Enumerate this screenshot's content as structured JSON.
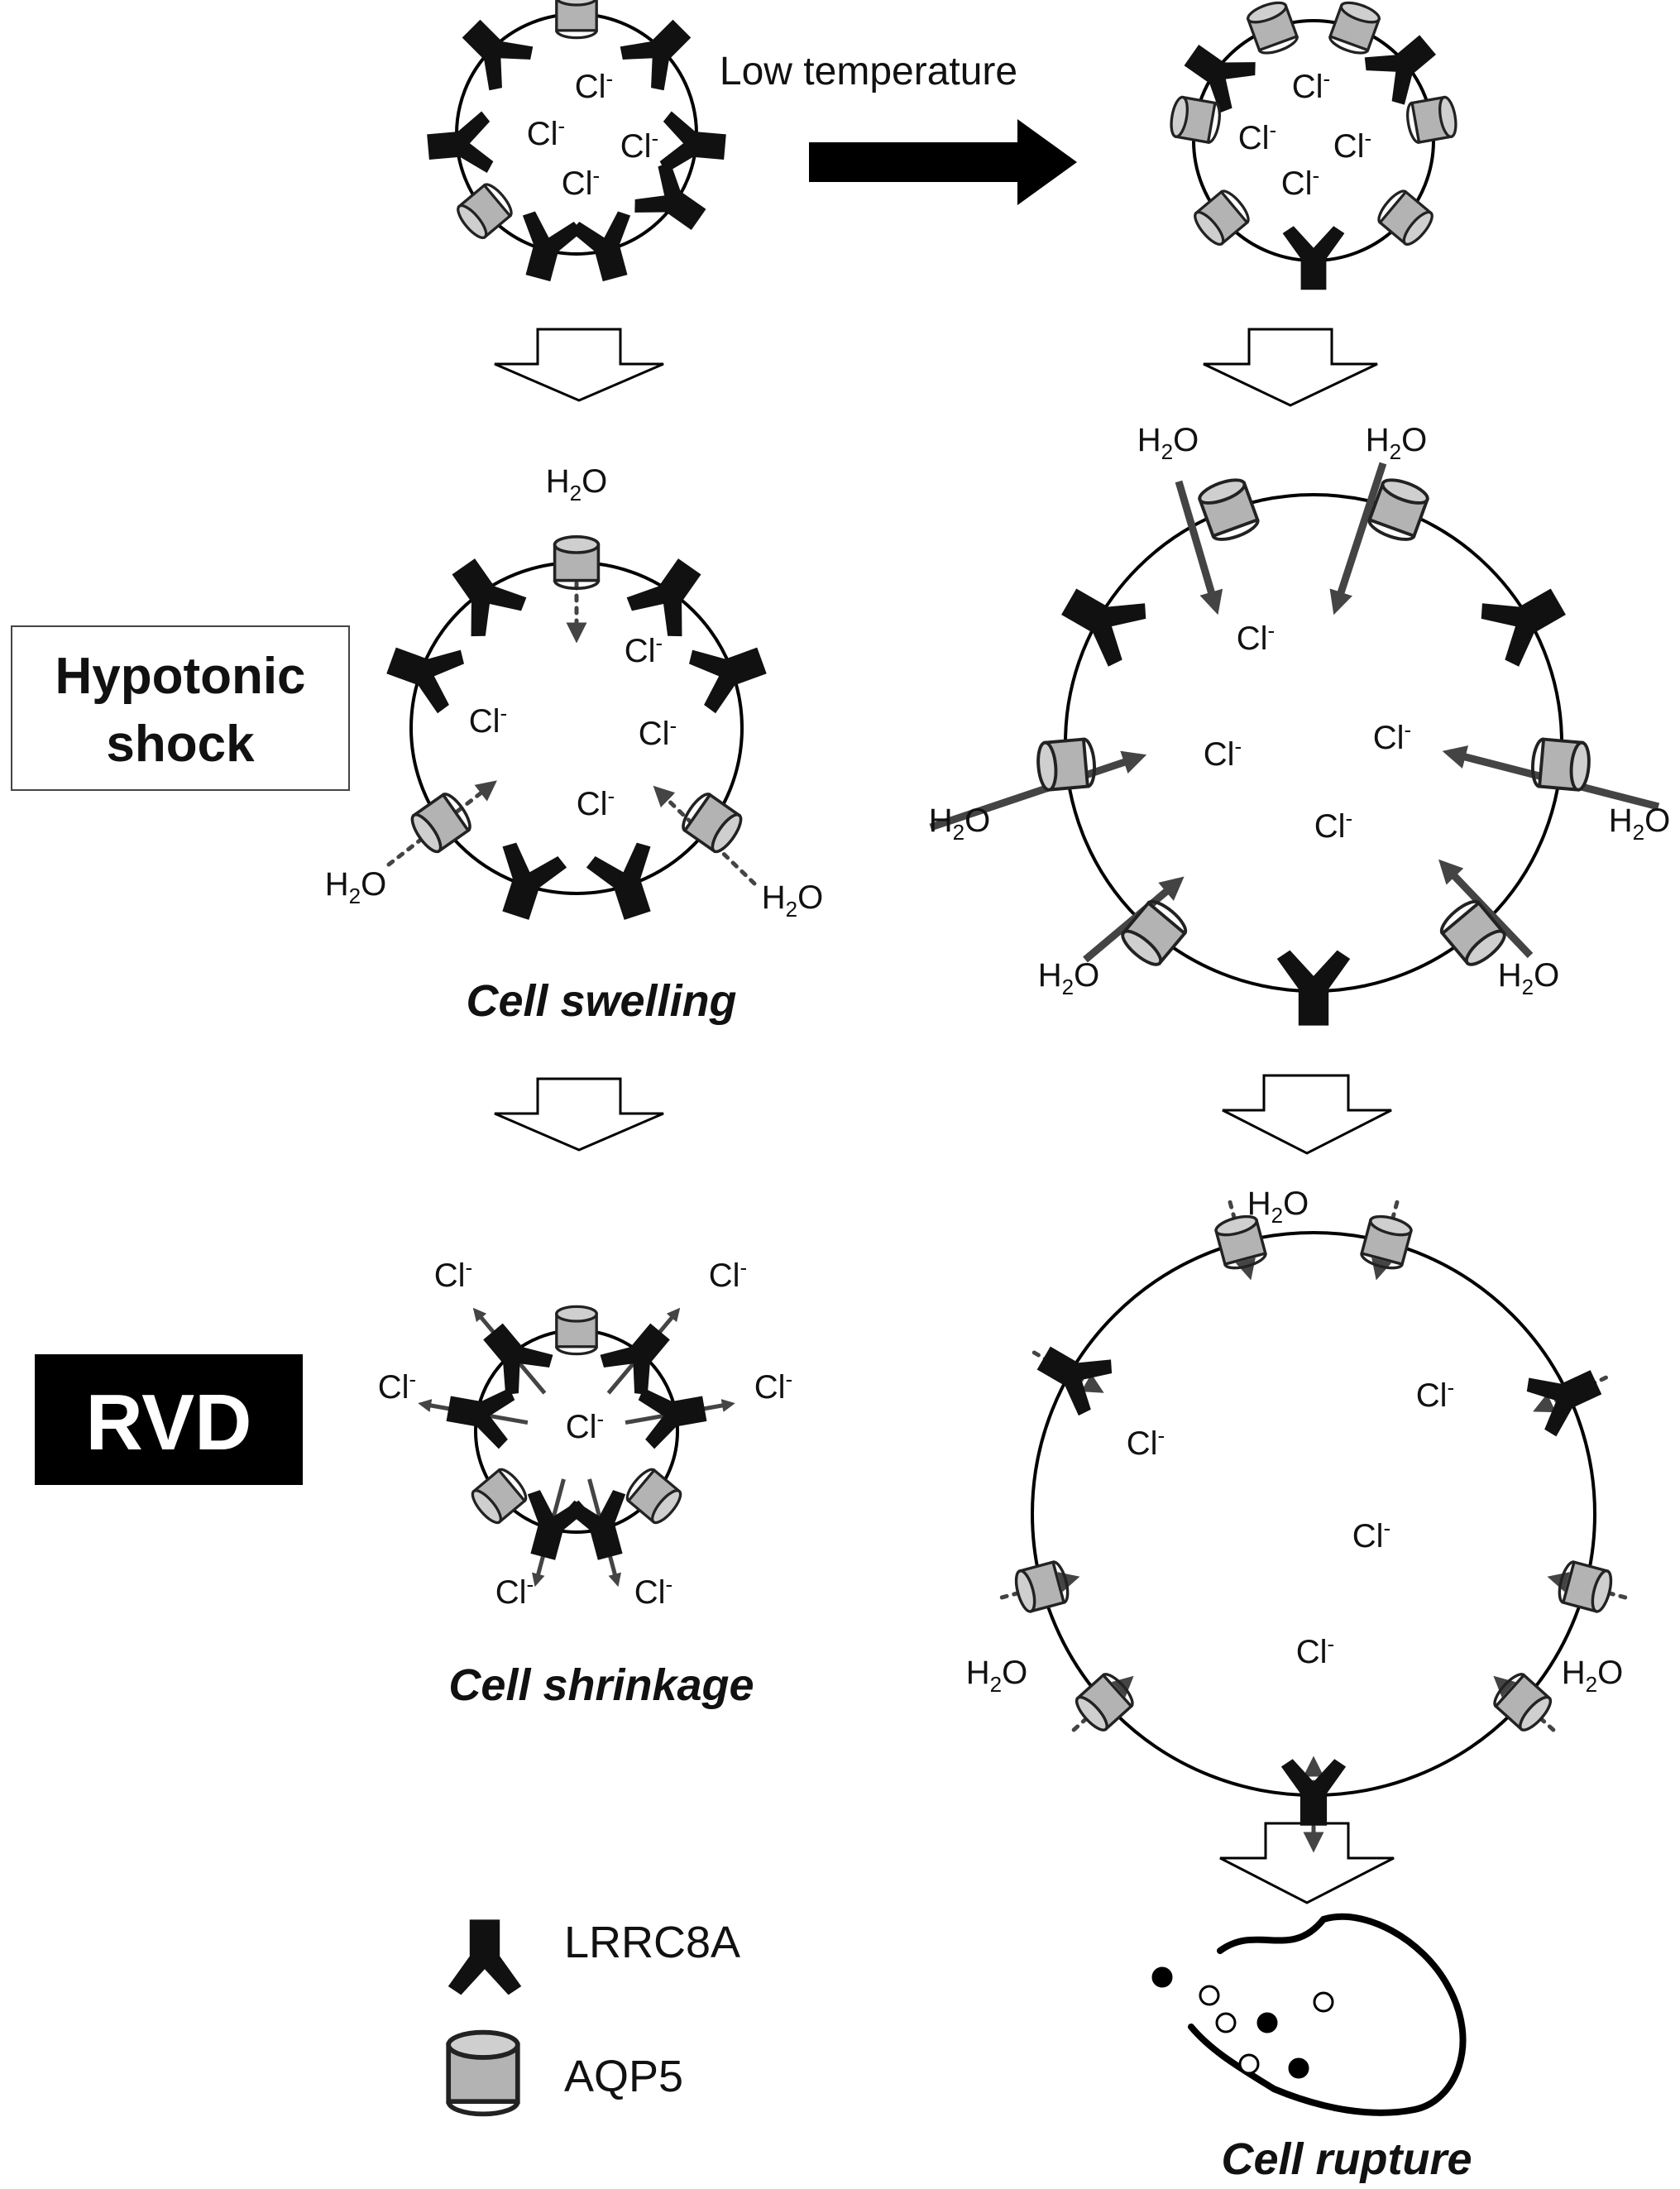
{
  "labels": {
    "low_temperature": "Low temperature",
    "hypotonic_shock_line1": "Hypotonic",
    "hypotonic_shock_line2": "shock",
    "rvd": "RVD",
    "cell_swelling": "Cell swelling",
    "cell_shrinkage": "Cell shrinkage",
    "cell_rupture": "Cell rupture",
    "chloride": "Cl",
    "chloride_charge": "-",
    "water": "H",
    "water_sub": "2",
    "water_o": "O"
  },
  "legend": [
    {
      "label": "LRRC8A",
      "icon": "lrrc8a-channel-icon"
    },
    {
      "label": "AQP5",
      "icon": "aqp5-water-channel-icon"
    }
  ],
  "colors": {
    "lrrc8a": "#111111",
    "aqp5": "#b3b3b3",
    "flow_arrow": "#444444"
  }
}
